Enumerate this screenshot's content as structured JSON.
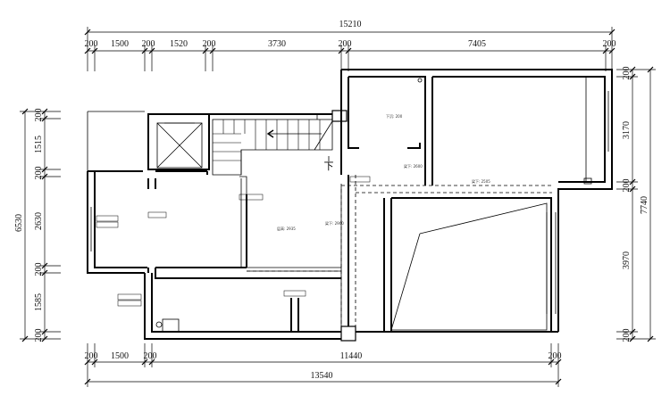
{
  "dimensions": {
    "top_total": "15210",
    "top_segments": [
      "200",
      "1500",
      "200",
      "1520",
      "200",
      "3730",
      "200",
      "7405",
      "200"
    ],
    "bottom_total": "13540",
    "bottom_segments": [
      "200",
      "1500",
      "200",
      "11440",
      "200"
    ],
    "left_total": "6530",
    "left_segments": [
      "200",
      "1515",
      "200",
      "2630",
      "200",
      "1585",
      "200"
    ],
    "right_total": "7740",
    "right_segments": [
      "200",
      "3170",
      "200",
      "3970",
      "200"
    ]
  },
  "annotations": {
    "stair_down": "下",
    "room_height_main": "层高: 2935",
    "beam_center": "梁下: 2960",
    "beam_right_room": "梁下: 2600",
    "beam_right_corridor": "梁下: 2505",
    "beam_top_small": "下沉: 200"
  }
}
